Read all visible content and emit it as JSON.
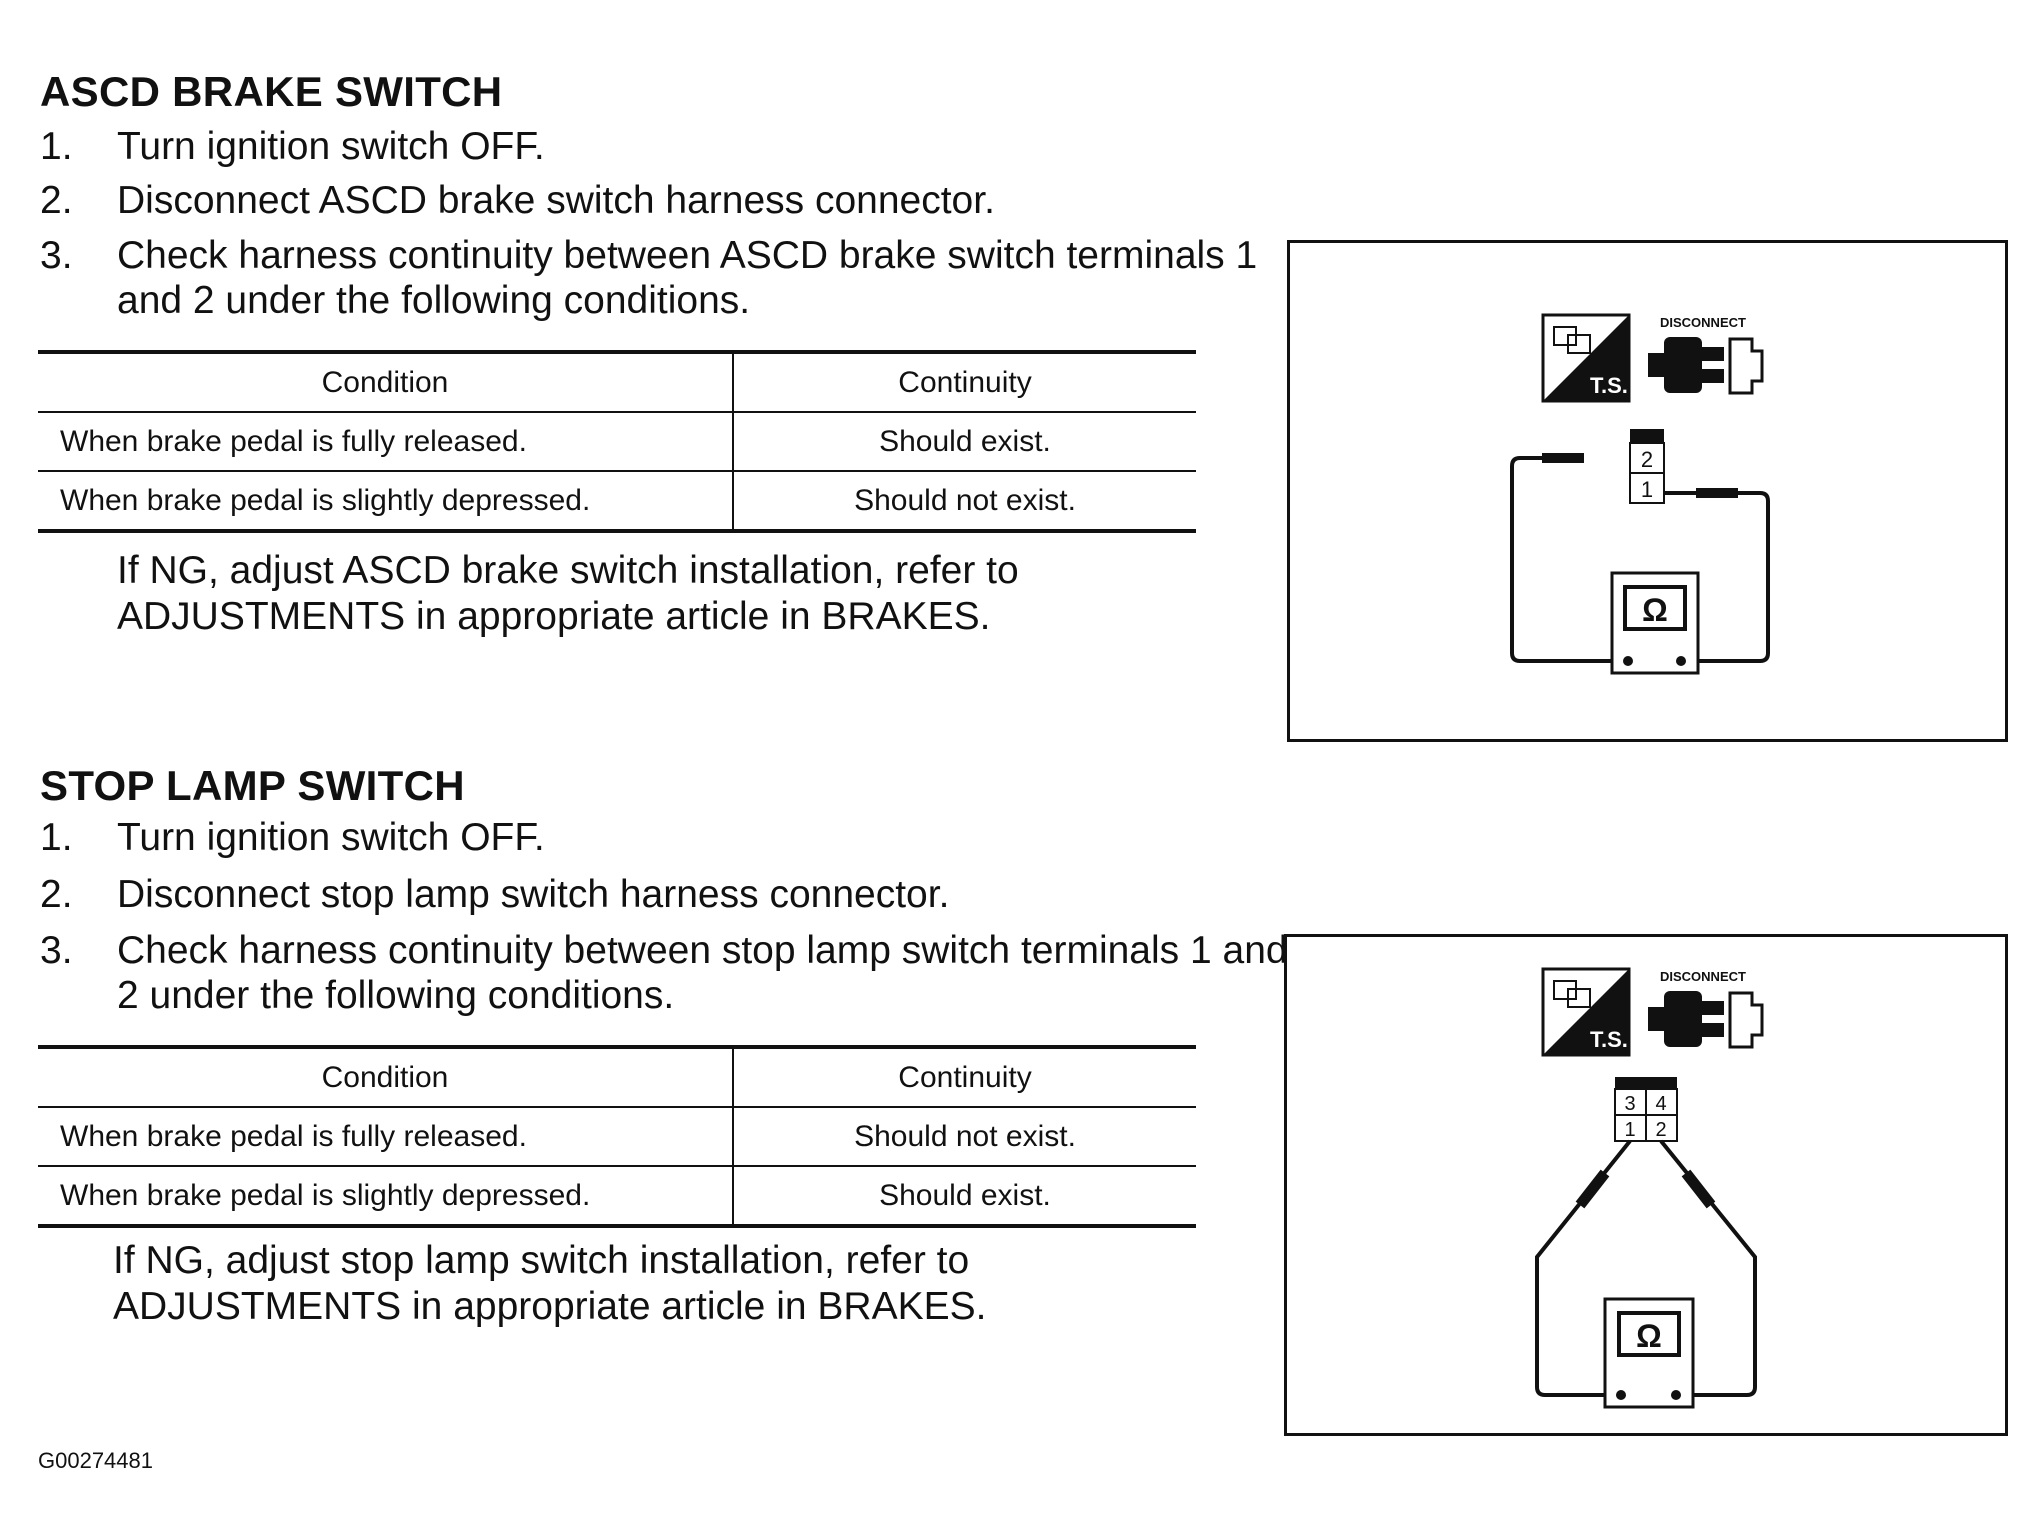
{
  "sections": [
    {
      "title": "ASCD BRAKE SWITCH",
      "steps": [
        {
          "num": "1.",
          "text": "Turn ignition switch OFF."
        },
        {
          "num": "2.",
          "text": "Disconnect ASCD brake switch harness connector."
        },
        {
          "num": "3.",
          "text": "Check harness continuity between ASCD brake switch terminals 1 and 2 under the following conditions."
        }
      ],
      "table": {
        "headers": [
          "Condition",
          "Continuity"
        ],
        "rows": [
          [
            "When brake pedal is fully released.",
            "Should exist."
          ],
          [
            "When brake pedal is slightly depressed.",
            "Should not exist."
          ]
        ]
      },
      "note": "If NG, adjust ASCD brake switch installation, refer to ADJUSTMENTS in appropriate article in BRAKES.",
      "figure": {
        "ts_label": "T.S.",
        "disconnect_label": "DISCONNECT",
        "terminals": [
          "2",
          "1"
        ],
        "meter_symbol": "Ω",
        "icons": [
          "ts-tester-icon",
          "disconnect-connector-icon",
          "ohmmeter-icon"
        ]
      }
    },
    {
      "title": "STOP LAMP SWITCH",
      "steps": [
        {
          "num": "1.",
          "text": "Turn ignition switch OFF."
        },
        {
          "num": "2.",
          "text": "Disconnect stop lamp switch harness connector."
        },
        {
          "num": "3.",
          "text": "Check harness continuity between stop lamp switch terminals 1 and 2 under the following conditions."
        }
      ],
      "table": {
        "headers": [
          "Condition",
          "Continuity"
        ],
        "rows": [
          [
            "When brake pedal is fully released.",
            "Should not exist."
          ],
          [
            "When brake pedal is slightly depressed.",
            "Should exist."
          ]
        ]
      },
      "note": "If NG, adjust stop lamp switch installation, refer to ADJUSTMENTS in appropriate article in BRAKES.",
      "figure": {
        "ts_label": "T.S.",
        "disconnect_label": "DISCONNECT",
        "terminals": [
          "3",
          "4",
          "1",
          "2"
        ],
        "meter_symbol": "Ω",
        "icons": [
          "ts-tester-icon",
          "disconnect-connector-icon",
          "ohmmeter-icon"
        ]
      }
    }
  ],
  "figure_id": "G00274481"
}
